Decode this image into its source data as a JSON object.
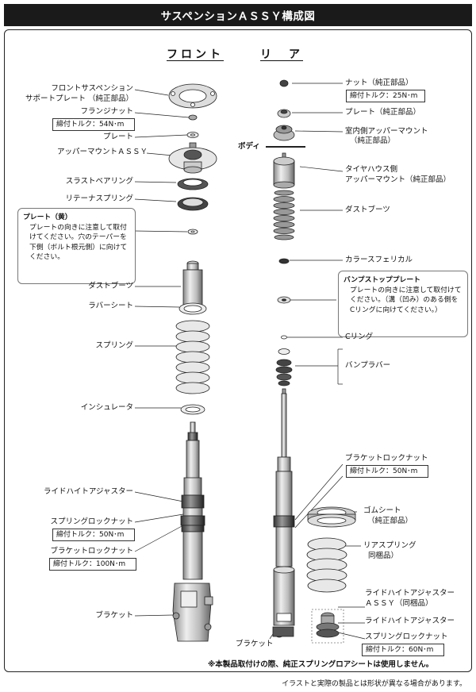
{
  "title": "サスペンションＡＳＳＹ構成図",
  "headers": {
    "front": "フロント",
    "rear": "リ　ア"
  },
  "front_labels": {
    "support_plate_1": "フロントサスペンション",
    "support_plate_2": "サポートプレート （純正部品）",
    "flange_nut": "フランジナット",
    "flange_torque": "締付トルク：54N･m",
    "plate": "プレート",
    "upper_mount": "アッパーマウントＡＳＳＹ",
    "thrust_bearing": "スラストベアリング",
    "retainer_spring": "リテーナスプリング",
    "dust_boot": "ダストブーツ",
    "rubber_seat": "ラバーシート",
    "spring": "スプリング",
    "insulator": "インシュレータ",
    "ride_height": "ライドハイトアジャスター",
    "spring_lock_nut": "スプリングロックナット",
    "spring_lock_torque": "締付トルク：50N･m",
    "bracket_lock_nut": "ブラケットロックナット",
    "bracket_lock_torque": "締付トルク：100N･m",
    "bracket": "ブラケット"
  },
  "front_note": {
    "title": "プレート（黄）",
    "body": "プレートの向きに注意して取付けてください。穴のテーパーを下側（ボルト根元側）に向けてください。"
  },
  "rear_labels": {
    "nut": "ナット（純正部品）",
    "nut_torque": "締付トルク：25N･m",
    "plate": "プレート（純正部品）",
    "inner_mount_1": "室内側アッパーマウント",
    "inner_mount_2": "（純正部品）",
    "body": "ボディ",
    "tire_mount_1": "タイヤハウス側",
    "tire_mount_2": "アッパーマウント（純正部品）",
    "dust_boot": "ダストブーツ",
    "collar": "カラースフェリカル",
    "c_ring": "Cリング",
    "bump_rubber": "バンプラバー",
    "bracket_lock_nut": "ブラケットロックナット",
    "bracket_lock_torque": "締付トルク：50N･m",
    "rubber_seat_1": "ゴムシート",
    "rubber_seat_2": "（純正部品）",
    "rear_spring_1": "リアスプリング",
    "rear_spring_2": "同梱品）",
    "ride_assy_1": "ライドハイトアジャスター",
    "ride_assy_2": "ＡＳＳＹ（同梱品）",
    "ride_height": "ライドハイトアジャスター",
    "spring_lock_nut": "スプリングロックナット",
    "spring_lock_torque": "締付トルク：60N･m",
    "bracket": "ブラケット"
  },
  "rear_note": {
    "title": "バンプストッププレート",
    "body": "プレートの向きに注意して取付けてください。（溝（凹み）のある側をCリングに向けてください。）"
  },
  "footnote": "※本製品取付けの際、純正スプリングロアシートは使用しません。",
  "disclaimer": "イラストと実際の製品とは形状が異なる場合があります。"
}
